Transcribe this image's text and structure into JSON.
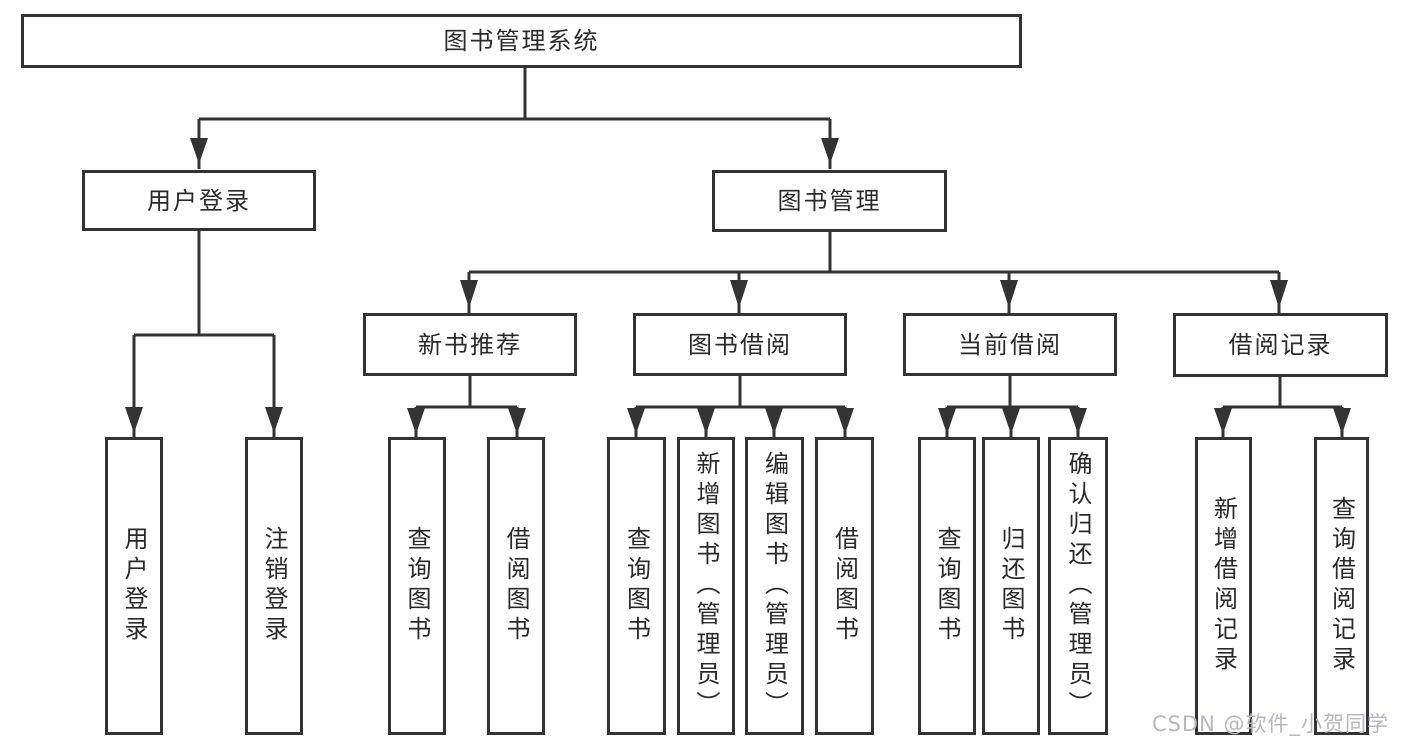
{
  "root": {
    "label": "图书管理系统"
  },
  "branches": [
    {
      "label": "用户登录",
      "children": [
        {
          "label": "用户登录"
        },
        {
          "label": "注销登录"
        }
      ]
    },
    {
      "label": "图书管理",
      "sections": [
        {
          "label": "新书推荐",
          "children": [
            {
              "label": "查询图书"
            },
            {
              "label": "借阅图书"
            }
          ]
        },
        {
          "label": "图书借阅",
          "children": [
            {
              "label": "查询图书"
            },
            {
              "label": "新增图书（管理员）"
            },
            {
              "label": "编辑图书（管理员）"
            },
            {
              "label": "借阅图书"
            }
          ]
        },
        {
          "label": "当前借阅",
          "children": [
            {
              "label": "查询图书"
            },
            {
              "label": "归还图书"
            },
            {
              "label": "确认归还（管理员）"
            }
          ]
        },
        {
          "label": "借阅记录",
          "children": [
            {
              "label": "新增借阅记录"
            },
            {
              "label": "查询借阅记录"
            }
          ]
        }
      ]
    }
  ],
  "watermark": "CSDN @软件_小贺同学",
  "colors": {
    "line": "#333333",
    "box_border": "#333333",
    "text": "#2a2a2a",
    "background": "#ffffff",
    "watermark": "#b7b7bf"
  }
}
